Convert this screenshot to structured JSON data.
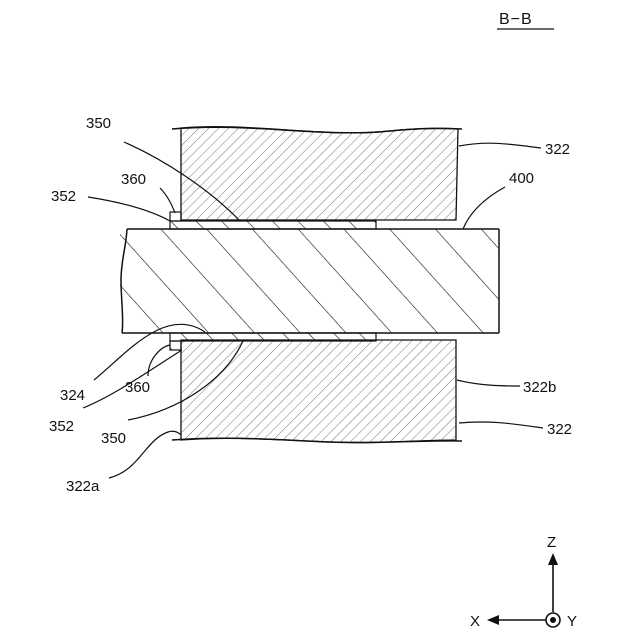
{
  "title": "B−B",
  "labels": {
    "l350_top": "350",
    "l322_top": "322",
    "l360_top": "360",
    "l352_top": "352",
    "l400": "400",
    "l324": "324",
    "l360_bot": "360",
    "l352_bot": "352",
    "l350_bot": "350",
    "l322b": "322b",
    "l322_bot": "322",
    "l322a": "322a"
  },
  "axes": {
    "z": "Z",
    "x": "X",
    "y": "Y"
  }
}
